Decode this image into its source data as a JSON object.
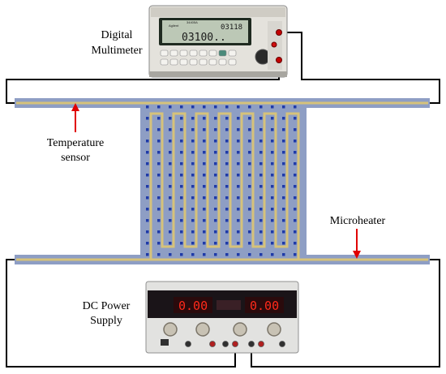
{
  "labels": {
    "multimeter_line1": "Digital",
    "multimeter_line2": "Multimeter",
    "temp_line1": "Temperature",
    "temp_line2": "sensor",
    "microheater": "Microheater",
    "psu_line1": "DC Power",
    "psu_line2": "Supply"
  },
  "multimeter": {
    "brand": "Agilent",
    "model": "34405A",
    "main_display": "03100..",
    "aux_display": "03118"
  },
  "power_supply": {
    "display_left": "0.00",
    "display_right": "0.00"
  },
  "colors": {
    "membrane": "#8e9ec4",
    "pad_dots": "#1f3aa8",
    "trace": "#d6c27a",
    "wire": "#000000",
    "arrow": "#e00000",
    "lcd_text": "#ff2a1a"
  }
}
